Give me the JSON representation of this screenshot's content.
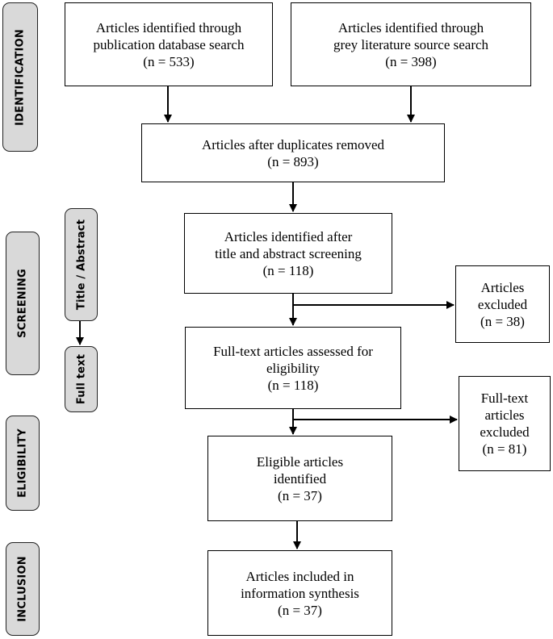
{
  "phases": {
    "identification": "IDENTIFICATION",
    "screening": "SCREENING",
    "eligibility": "ELIGIBILITY",
    "inclusion": "INCLUSION",
    "title_abstract": "Title / Abstract",
    "full_text": "Full text"
  },
  "boxes": {
    "database_search": {
      "line1": "Articles identified through",
      "line2": "publication database search",
      "line3": "(n = 533)"
    },
    "grey_literature": {
      "line1": "Articles identified through",
      "line2": "grey literature source search",
      "line3": "(n = 398)"
    },
    "after_duplicates": {
      "line1": "Articles after duplicates removed",
      "line2": "(n = 893)"
    },
    "after_title_abstract": {
      "line1": "Articles identified after",
      "line2": "title and abstract screening",
      "line3": "(n = 118)"
    },
    "excluded_title_abstract": {
      "line1": "Articles",
      "line2": "excluded",
      "line3": "(n = 38)"
    },
    "full_text_assessed": {
      "line1": "Full-text articles assessed for",
      "line2": "eligibility",
      "line3": "(n = 118)"
    },
    "full_text_excluded": {
      "line1": "Full-text",
      "line2": "articles",
      "line3": "excluded",
      "line4": "(n = 81)"
    },
    "eligible": {
      "line1": "Eligible articles",
      "line2": "identified",
      "line3": "(n = 37)"
    },
    "included": {
      "line1": "Articles included in",
      "line2": "information synthesis",
      "line3": "(n = 37)"
    }
  }
}
